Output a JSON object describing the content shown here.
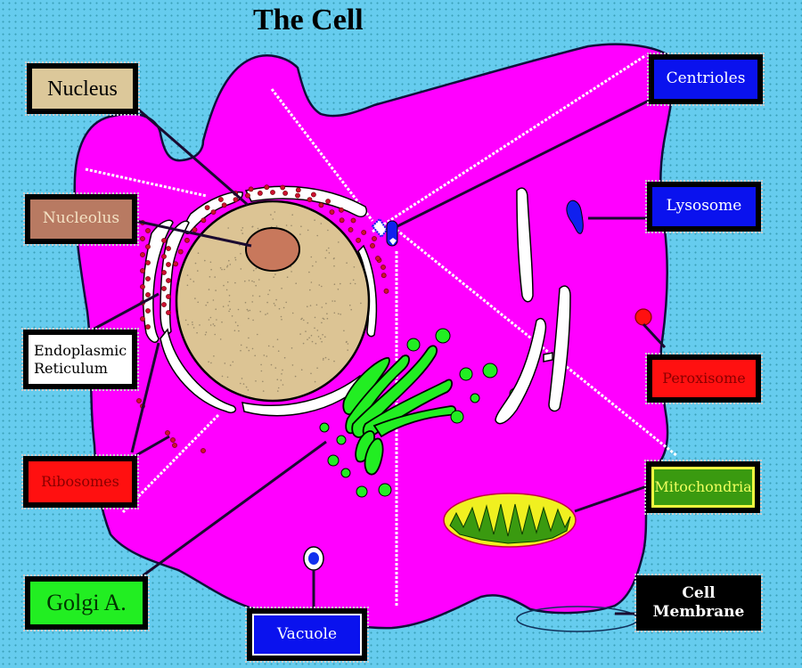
{
  "title": "The Cell",
  "labels": {
    "nucleus": {
      "text": "Nucleus",
      "bg": "#dcc89a",
      "color": "#000000"
    },
    "nucleolus": {
      "text": "Nucleolus",
      "bg": "#b87a62",
      "color": "#f4e2c4"
    },
    "er": {
      "line1": "Endoplasmic",
      "line2": "Reticulum",
      "bg": "#ffffff",
      "color": "#000000"
    },
    "ribosomes": {
      "text": "Ribosomes",
      "bg": "#ff1010",
      "color": "#8a0000"
    },
    "golgi": {
      "text": "Golgi A.",
      "bg": "#22ee22",
      "color": "#003300"
    },
    "centrioles": {
      "text": "Centrioles",
      "bg": "#0a12ee",
      "color": "#ffffff"
    },
    "lysosome": {
      "text": "Lysosome",
      "bg": "#0a12ee",
      "color": "#ffffff"
    },
    "peroxisome": {
      "text": "Peroxisome",
      "bg": "#ff1010",
      "color": "#8a0000"
    },
    "mitochondria": {
      "text": "Mitochondria",
      "bg": "#3a9a10",
      "color": "#f0ff60",
      "inner_border": "#f0ff40"
    },
    "vacuole": {
      "text": "Vacuole",
      "bg": "#0a12ee",
      "color": "#ffffff"
    },
    "membrane": {
      "line1": "Cell",
      "line2": "Membrane",
      "bg": "#000000",
      "color": "#ffffff"
    }
  },
  "colors": {
    "cytoplasm": "#ff00ff",
    "nucleus": "#dcc494",
    "nucleolus": "#c8785c",
    "er": "#ffffff",
    "ribosome": "#cc1030",
    "golgi": "#22ee22",
    "mito_outer": "#f0f020",
    "mito_inner": "#3a9a10",
    "lysosome": "#1020ee",
    "peroxisome": "#ff1010",
    "vacuole": "#1030ee",
    "leader": "#20103a"
  }
}
